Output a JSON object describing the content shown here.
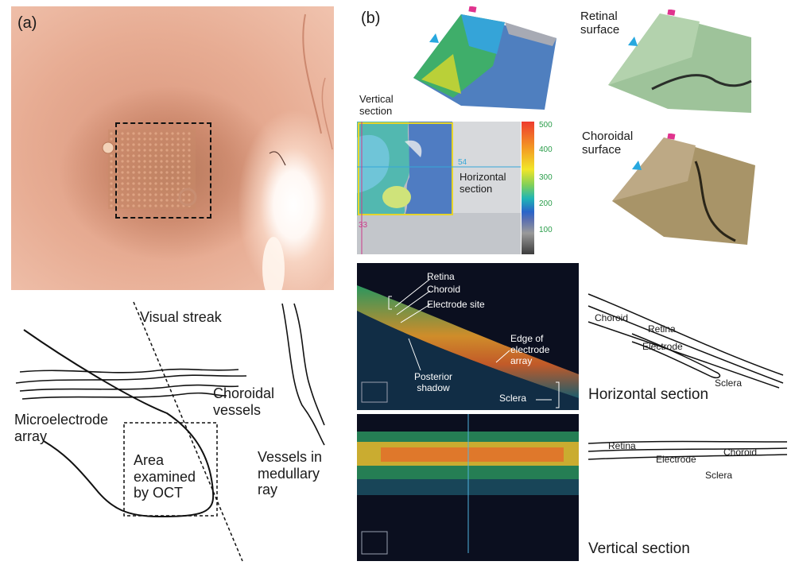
{
  "panels": {
    "a": "(a)",
    "b": "(b)"
  },
  "surface_labels": {
    "retinal": [
      "Retinal",
      "surface"
    ],
    "choroidal": [
      "Choroidal",
      "surface"
    ]
  },
  "section_labels": {
    "vertical_top": [
      "Vertical",
      "section"
    ],
    "horizontal_mid": [
      "Horizontal",
      "section"
    ],
    "horizontal_section": "Horizontal section",
    "vertical_section": "Vertical section"
  },
  "colorbar": {
    "ticks": [
      "500",
      "400",
      "300",
      "200",
      "100"
    ]
  },
  "map_markers": {
    "h_index": "54",
    "v_index": "33"
  },
  "schematic_a": {
    "visual_streak": "Visual streak",
    "choroidal_vessels": [
      "Choroidal",
      "vessels"
    ],
    "microelectrode_array": [
      "Microelectrode",
      "array"
    ],
    "area_examined": [
      "Area",
      "examined",
      "by OCT"
    ],
    "medullary_vessels": [
      "Vessels in",
      "medullary",
      "ray"
    ]
  },
  "oct_h_annotations": {
    "retina": "Retina",
    "choroid": "Choroid",
    "electrode_site": "Electrode site",
    "edge_array": [
      "Edge of",
      "electrode",
      "array"
    ],
    "posterior_shadow": [
      "Posterior",
      "shadow"
    ],
    "sclera": "Sclera"
  },
  "schematic_h": {
    "choroid": "Choroid",
    "retina": "Retina",
    "electrode": "Electrode",
    "sclera": "Sclera"
  },
  "schematic_v": {
    "retina": "Retina",
    "electrode": "Electrode",
    "choroid": "Choroid",
    "sclera": "Sclera"
  }
}
